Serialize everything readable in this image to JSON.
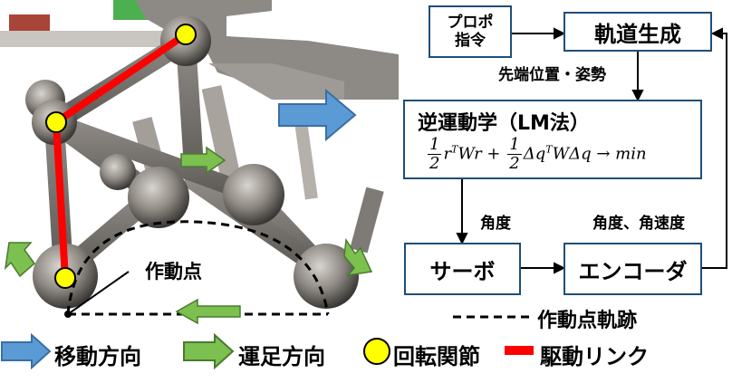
{
  "flow": {
    "propo_cmd": "プロポ\n指令",
    "trajectory": "軌道生成",
    "tip_pose": "先端位置・姿勢",
    "ik_title": "逆運動学（LM法）",
    "equation": {
      "frac1_num": "1",
      "frac1_den": "2",
      "term1": "r",
      "term1_sup": "T",
      "term1_rest": "Wr +",
      "frac2_num": "1",
      "frac2_den": "2",
      "term2": "Δq",
      "term2_sup": "T",
      "term2_rest": "WΔq → min"
    },
    "angle": "角度",
    "angle_vel": "角度、角速度",
    "servo": "サーボ",
    "encoder": "エンコーダ"
  },
  "robot": {
    "action_point": "作動点"
  },
  "legend": {
    "action_trajectory": "作動点軌跡",
    "move_dir": "移動方向",
    "leg_dir": "運足方向",
    "joint": "回転関節",
    "drive_link": "駆動リンク"
  },
  "colors": {
    "move_arrow": "#5b9bd5",
    "leg_arrow": "#7cc04f",
    "joint": "#ffff00",
    "drive_link": "#ff0000",
    "box_border": "#1f4e79"
  }
}
